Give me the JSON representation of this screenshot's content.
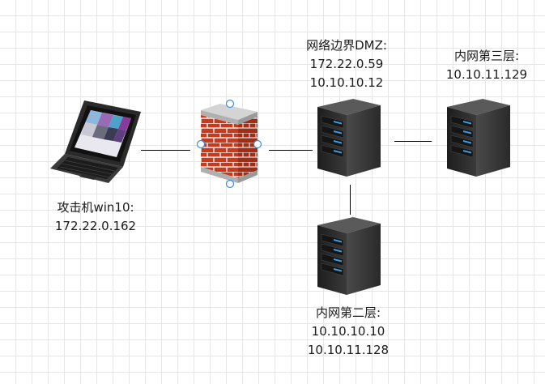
{
  "nodes": {
    "attacker": {
      "name": "攻击机win10:",
      "ip": "172.22.0.162",
      "icon": "laptop-icon"
    },
    "firewall": {
      "icon": "firewall-icon"
    },
    "dmz": {
      "name": "网络边界DMZ:",
      "ip1": "172.22.0.59",
      "ip2": "10.10.10.12",
      "icon": "server-icon"
    },
    "layer3": {
      "name": "内网第三层:",
      "ip": "10.10.11.129",
      "icon": "server-icon"
    },
    "layer2": {
      "name": "内网第二层:",
      "ip1": "10.10.10.10",
      "ip2": "10.10.11.128",
      "icon": "server-icon"
    }
  },
  "colors": {
    "grid": "#e6e6e6",
    "line": "#000000",
    "brick": "#c9391c",
    "cap": "#bfbfbf",
    "server": "#2b2b2b",
    "led": "#3aa0e8",
    "handle": "#3b8ee0"
  }
}
